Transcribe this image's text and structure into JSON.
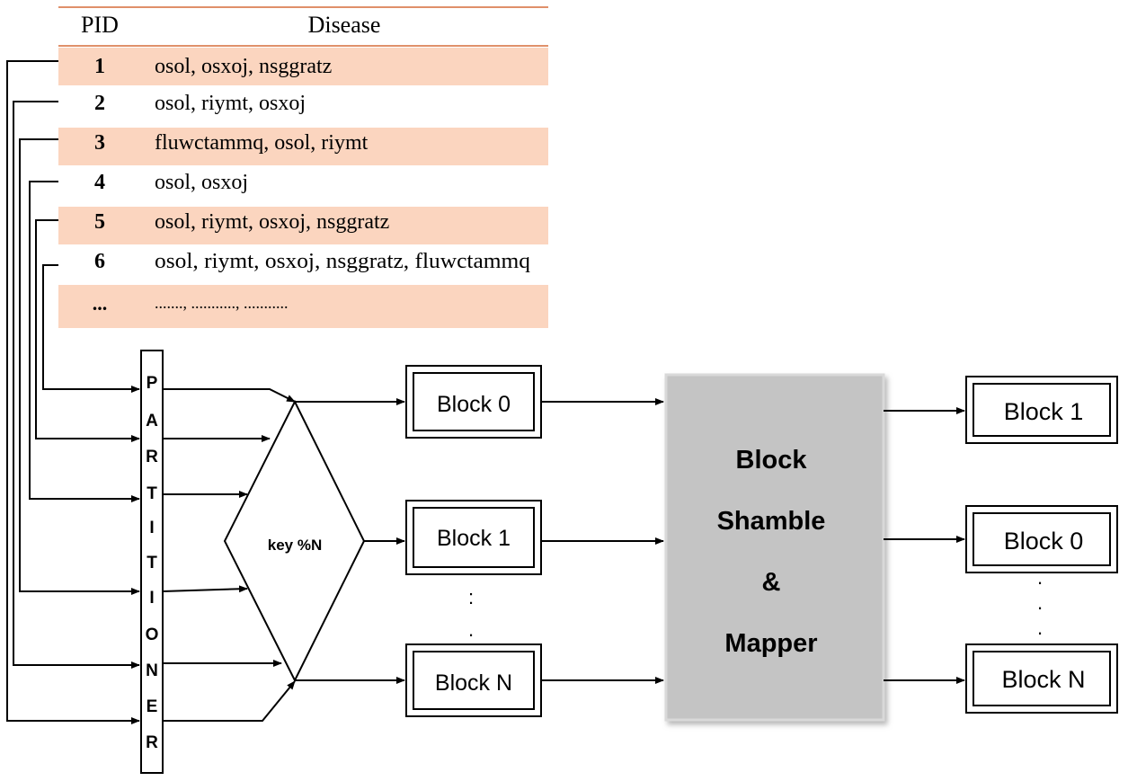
{
  "table": {
    "headers": {
      "pid": "PID",
      "disease": "Disease"
    },
    "rows": [
      {
        "pid": "1",
        "disease": "osol, osxoj, nsggratz",
        "shaded": true
      },
      {
        "pid": "2",
        "disease": "osol, riymt, osxoj",
        "shaded": false
      },
      {
        "pid": "3",
        "disease": "fluwctammq, osol, riymt",
        "shaded": true
      },
      {
        "pid": "4",
        "disease": "osol, osxoj",
        "shaded": false
      },
      {
        "pid": "5",
        "disease": "osol, riymt, osxoj, nsggratz",
        "shaded": true
      },
      {
        "pid": "6",
        "disease": "osol, riymt, osxoj, nsggratz, fluwctammq",
        "shaded": false
      },
      {
        "pid": "...",
        "disease": "......., ..........., ...........",
        "shaded": true
      }
    ]
  },
  "partitioner": {
    "letters": [
      "P",
      "A",
      "R",
      "T",
      "I",
      "T",
      "I",
      "O",
      "N",
      "E",
      "R"
    ]
  },
  "hash": {
    "label": "key %N"
  },
  "blocks_in": [
    "Block 0",
    "Block 1",
    "Block N"
  ],
  "mapper": {
    "lines": [
      "Block",
      "Shamble",
      "&",
      "Mapper"
    ]
  },
  "blocks_out": [
    "Block 1",
    "Block 0",
    "Block N"
  ],
  "ellipsis": {
    "middle": ":",
    "middle_dot": ".",
    "right": "."
  },
  "colors": {
    "row_shade": "#fbd5bf",
    "table_rule": "#e0906a",
    "mapper_fill": "#c4c4c4",
    "line": "#000000"
  }
}
